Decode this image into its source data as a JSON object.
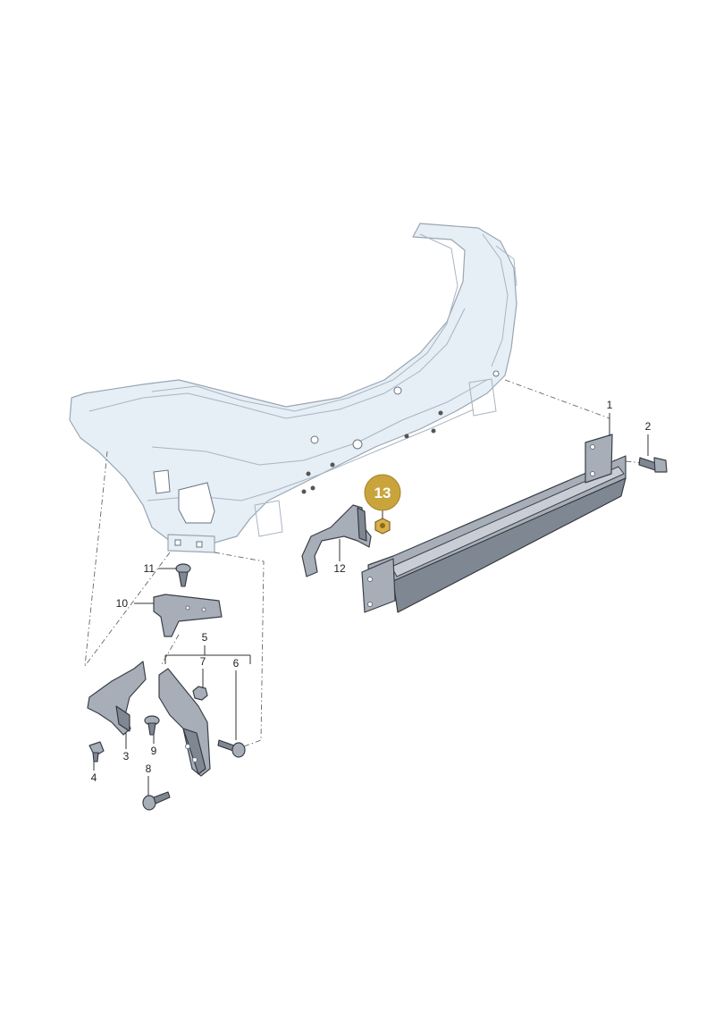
{
  "callouts": {
    "c1": "1",
    "c2": "2",
    "c3": "3",
    "c4": "4",
    "c5": "5",
    "c6": "6",
    "c7": "7",
    "c8": "8",
    "c9": "9",
    "c10": "10",
    "c11": "11",
    "c12": "12",
    "c13": "13"
  },
  "colors": {
    "highlight": "#c9a43c",
    "body": "#e6eef6",
    "part": "#a7aeb8"
  },
  "highlighted_part": "13"
}
